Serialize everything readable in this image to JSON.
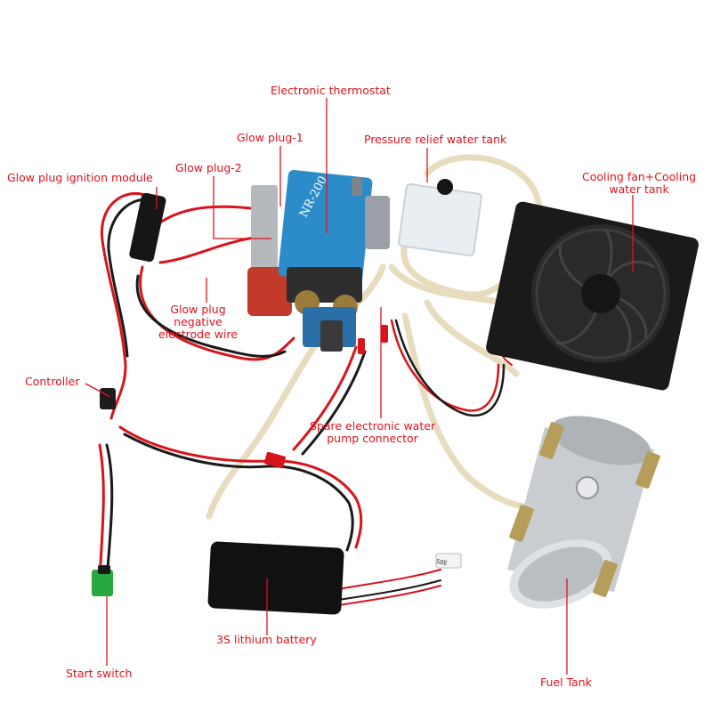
{
  "labels": {
    "thermostat": "Electronic thermostat",
    "glow_plug_1": "Glow plug-1",
    "pressure_tank": "Pressure relief water tank",
    "ignition_module": "Glow plug ignition module",
    "glow_plug_2": "Glow plug-2",
    "cooling_fan_line1": "Cooling fan+Cooling",
    "cooling_fan_line2": "water tank",
    "negative_line1": "Glow plug",
    "negative_line2": "negative",
    "negative_line3": "electrode wire",
    "controller": "Controller",
    "pump_line1": "Spare electronic water",
    "pump_line2": "pump connector",
    "battery": "3S lithium battery",
    "start_switch": "Start switch",
    "fuel_tank": "Fuel Tank"
  },
  "engine_marking": "NR-200",
  "battery_connector_marking": "5ОЕ",
  "colors": {
    "label_red": "#e0121b",
    "engine_blue": "#2b8cc9",
    "wire_red": "#d8141c",
    "tube": "#efe6d0"
  }
}
